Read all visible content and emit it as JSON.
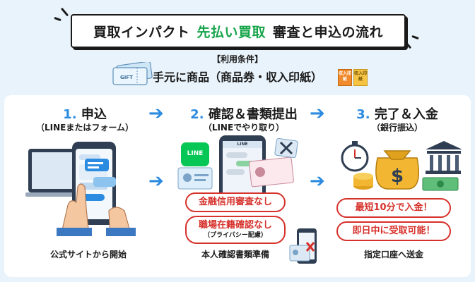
{
  "header": {
    "title_part1": "買取インパクト",
    "title_highlight": "先払い買取",
    "title_part2": "審査と申込の流れ"
  },
  "conditions": {
    "label": "【利用条件】",
    "text": "手元に商品（商品券・収入印紙）",
    "gift_card_text": "GIFT",
    "stamp_text_1": "収入印紙",
    "stamp_text_2": "収入印紙"
  },
  "steps": [
    {
      "number": "1.",
      "title": "申込",
      "subtitle": "（LINEまたはフォーム）",
      "caption": "公式サイトから開始"
    },
    {
      "number": "2.",
      "title": "確認＆書類提出",
      "subtitle": "（LINEでやり取り）",
      "caption": "本人確認書類準備",
      "line_logo_text": "LINE",
      "phone_header": "LINE",
      "badges": [
        "金融信用審査なし",
        "職場在籍確認なし"
      ],
      "badge_note": "（プライバシー配慮）"
    },
    {
      "number": "3.",
      "title": "完了＆入金",
      "subtitle": "（銀行振込）",
      "caption": "指定口座へ送金",
      "badges": [
        "最短10分で入金！",
        "即日中に受取可能！"
      ]
    }
  ],
  "colors": {
    "accent_blue": "#2b8be0",
    "highlight_green": "#17a44a",
    "badge_red": "#d6312b",
    "background": "#e9f3fb",
    "coin_gold": "#f2b632"
  }
}
